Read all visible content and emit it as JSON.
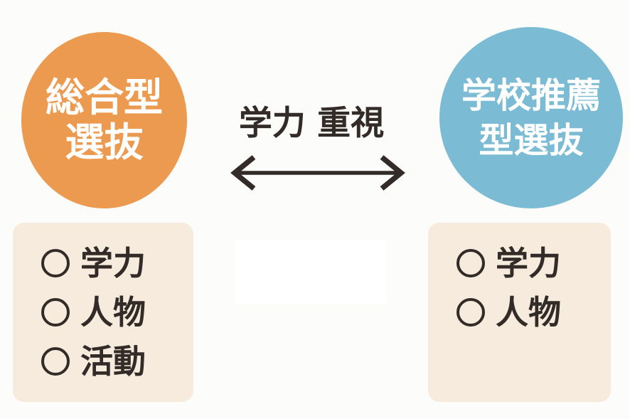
{
  "colors": {
    "background": "#FCFCFB",
    "orange_circle": "#EC9A4F",
    "blue_circle": "#7BBBD3",
    "panel_beige": "#F7EBDE",
    "dark_text": "#332B27",
    "circle_text": "#FFFFFF",
    "erased_region": "#FFFFFF"
  },
  "left_circle": {
    "lines": [
      "総合型",
      "選抜"
    ]
  },
  "right_circle": {
    "lines": [
      "学校推薦",
      "型選抜"
    ]
  },
  "center": {
    "axis_label": "学力 重視",
    "arrow": "double-headed-horizontal"
  },
  "left_panel": {
    "items": [
      {
        "marker": "○",
        "label": "学力"
      },
      {
        "marker": "○",
        "label": "人物"
      },
      {
        "marker": "○",
        "label": "活動"
      }
    ]
  },
  "right_panel": {
    "items": [
      {
        "marker": "○",
        "label": "学力"
      },
      {
        "marker": "○",
        "label": "人物"
      }
    ]
  }
}
